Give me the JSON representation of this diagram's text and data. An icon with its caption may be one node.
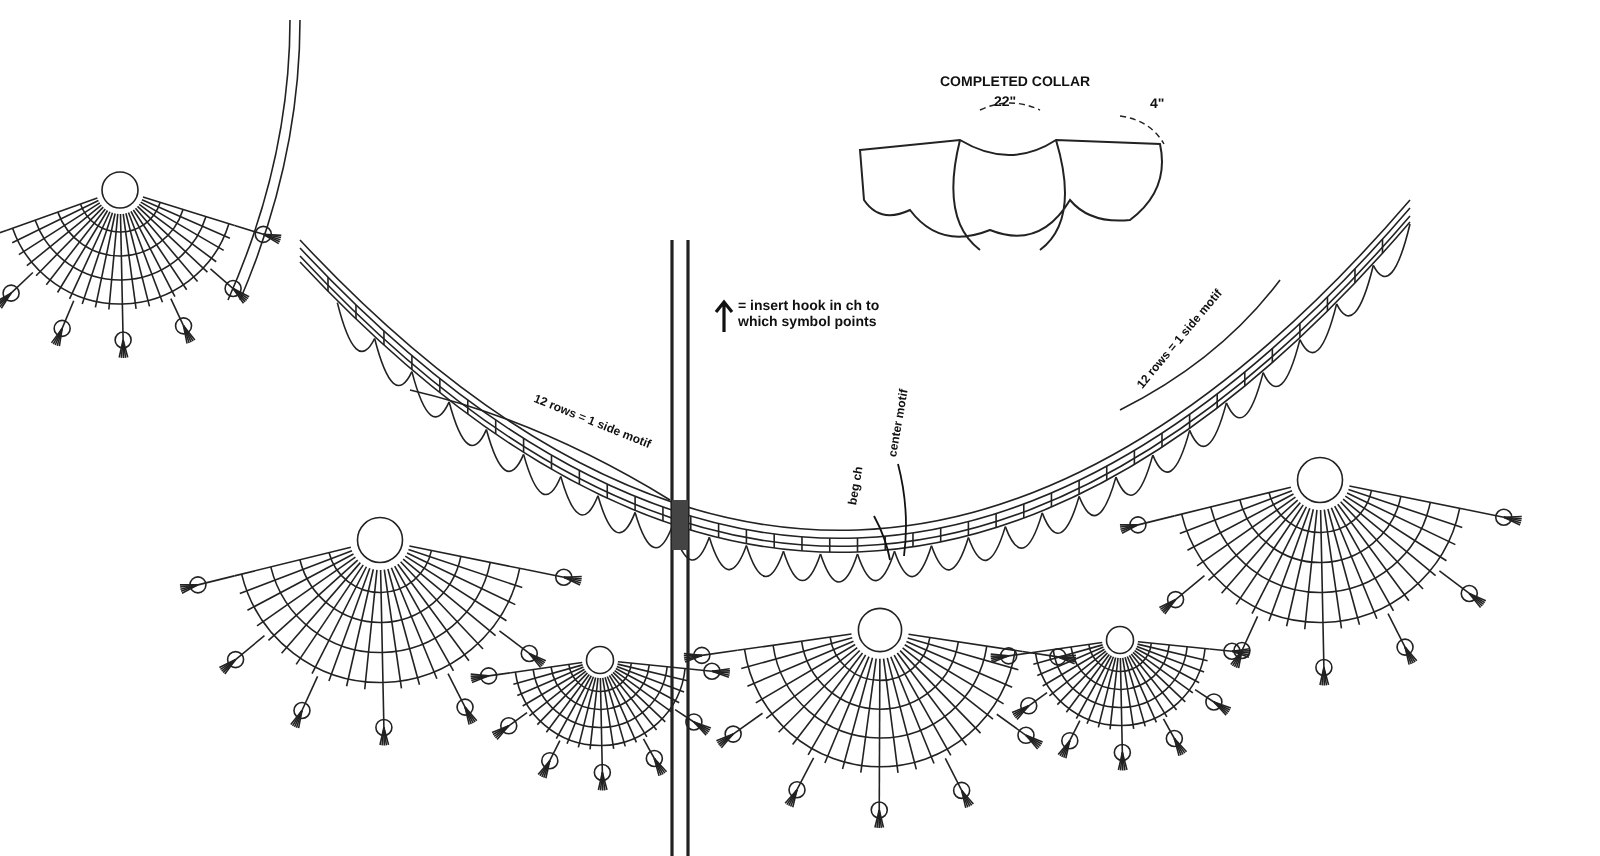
{
  "diagram": {
    "nodes": [
      {
        "text": [
          "beg ch"
        ]
      },
      {
        "text": [
          "center motif"
        ]
      }
    ],
    "edges": [
      {
        "from": 0,
        "to": null,
        "arrow": "none"
      },
      {
        "from": 1,
        "to": null,
        "arrow": "none"
      }
    ],
    "labels": [
      "COMPLETED COLLAR",
      "22\"",
      "4\"",
      "= insert hook in ch to which symbol points",
      "12 rows = 1 side motif",
      "12 rows = 1 side motif"
    ]
  }
}
